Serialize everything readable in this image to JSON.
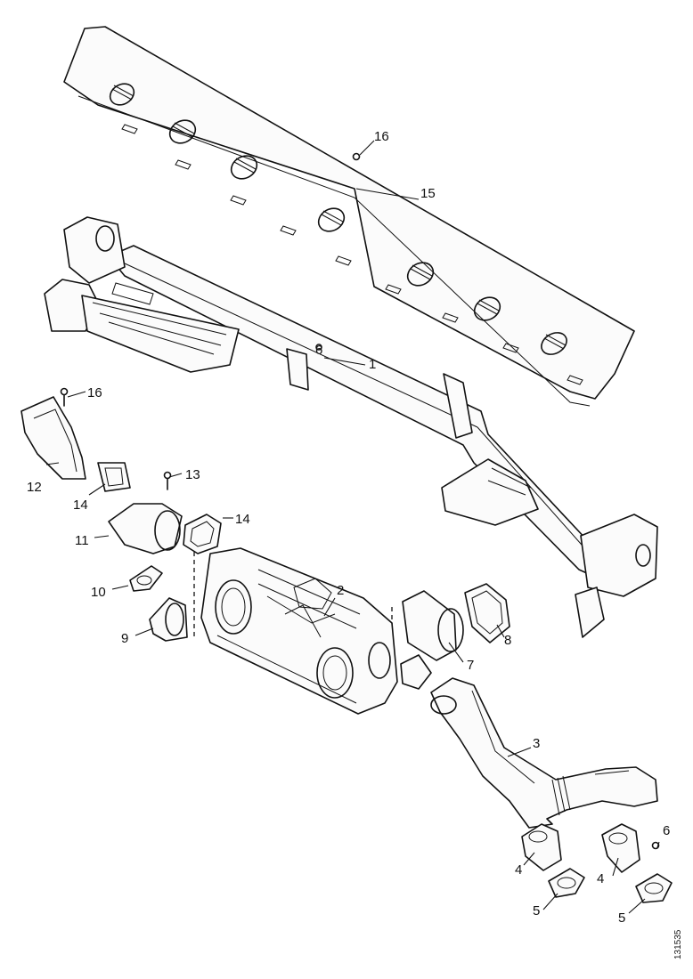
{
  "callouts": {
    "c1": "1",
    "c2": "2",
    "c3": "3",
    "c4a": "4",
    "c4b": "4",
    "c5a": "5",
    "c5b": "5",
    "c6a": "6",
    "c6b": "6",
    "c7": "7",
    "c8": "8",
    "c9": "9",
    "c10": "10",
    "c11": "11",
    "c12": "12",
    "c13": "13",
    "c14a": "14",
    "c14b": "14",
    "c15": "15",
    "c16a": "16",
    "c16b": "16"
  },
  "reference_number": "131535"
}
